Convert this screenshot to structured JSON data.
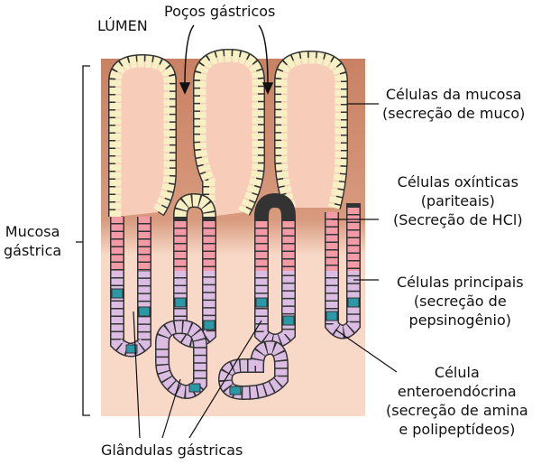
{
  "title": "Mucosa gástrica",
  "labels": {
    "lumen": "LÚMEN",
    "pits": "Poços gástricos",
    "mucous": [
      "Células da mucosa",
      "(secreção de muco)"
    ],
    "oxyntic": [
      "Células oxínticas",
      "(pariteais)",
      "(Secreção de HCl)"
    ],
    "chief": [
      "Células principais",
      "(secreção de",
      "pepsinogênio)"
    ],
    "enteroendocrine": [
      "Célula",
      "enteroendócrina",
      "(secreção de amina",
      "e polipeptídeos)"
    ],
    "mucosa": [
      "Mucosa",
      "gástrica"
    ],
    "glands": "Glândulas gástricas"
  },
  "colors": {
    "tissue": "#f8d9c8",
    "pit_lumen": "#c98163",
    "mucous_cell": "#f6f0c4",
    "parietal_cell": "#f39aa6",
    "chief_cell": "#dbbde3",
    "endocrine_cell": "#2a98a6",
    "nucleus": "#3f47a8"
  }
}
